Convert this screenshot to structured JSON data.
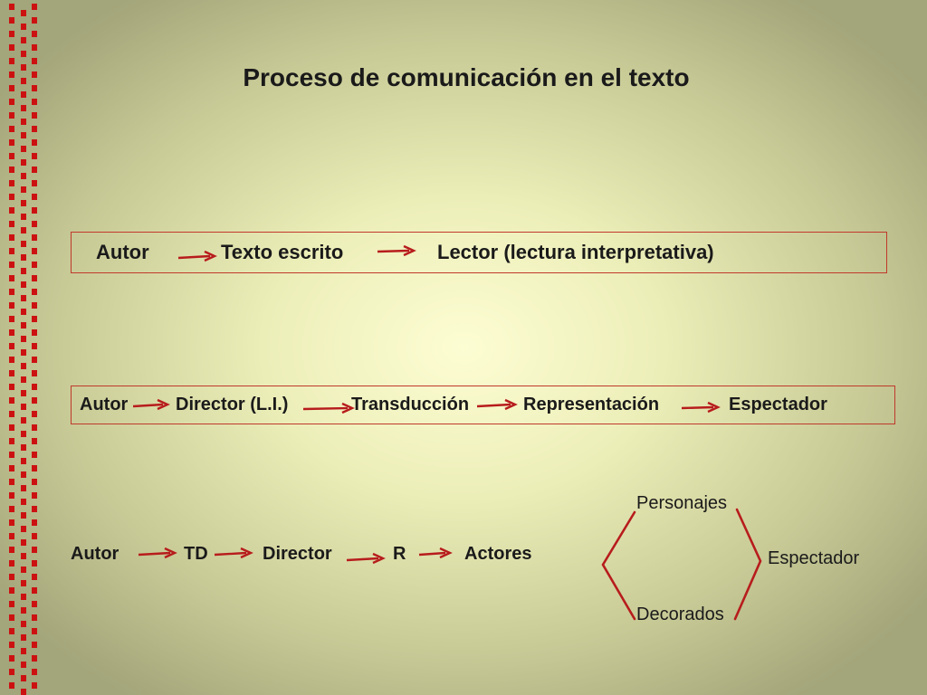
{
  "title": "Proceso de comunicación en el texto",
  "row1": {
    "items": [
      "Autor",
      "Texto escrito",
      "Lector (lectura interpretativa)"
    ]
  },
  "row2": {
    "items": [
      "Autor",
      "Director (L.I.)",
      "Transducción",
      "Representación",
      "Espectador"
    ]
  },
  "row3": {
    "items": [
      "Autor",
      "TD",
      "Director",
      "R",
      "Actores"
    ]
  },
  "branch": {
    "top": "Personajes",
    "bottom": "Decorados",
    "right": "Espectador"
  },
  "colors": {
    "accent": "#c0392b",
    "arrow": "#b71c1c",
    "border_squares": "#cc1111"
  }
}
